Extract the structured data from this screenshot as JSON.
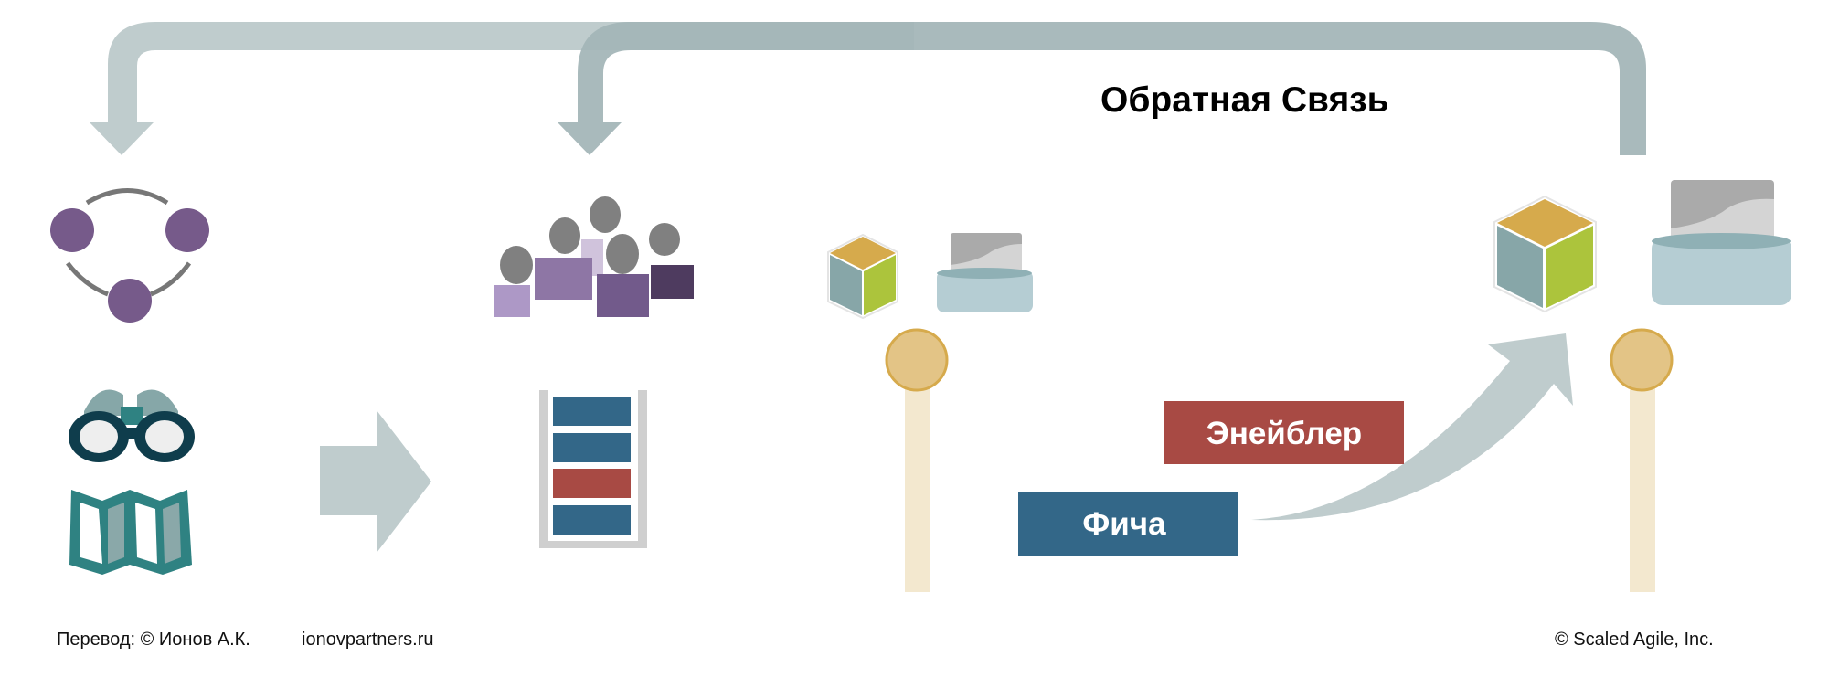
{
  "title": "Обратная Связь",
  "boxes": {
    "enabler": "Энейблер",
    "feature": "Фича"
  },
  "footer": {
    "translation": "Перевод: © Ионов А.К.",
    "website": "ionovpartners.ru",
    "copyright": "© Scaled Agile,  Inc."
  },
  "colors": {
    "arrow_light": "#bfcccd",
    "arrow_dark": "#a3b5b7",
    "purple": "#765a8a",
    "feature": "#336788",
    "enabler": "#a84a44",
    "pin": "#e3c486",
    "stick": "#f3e8cf"
  }
}
